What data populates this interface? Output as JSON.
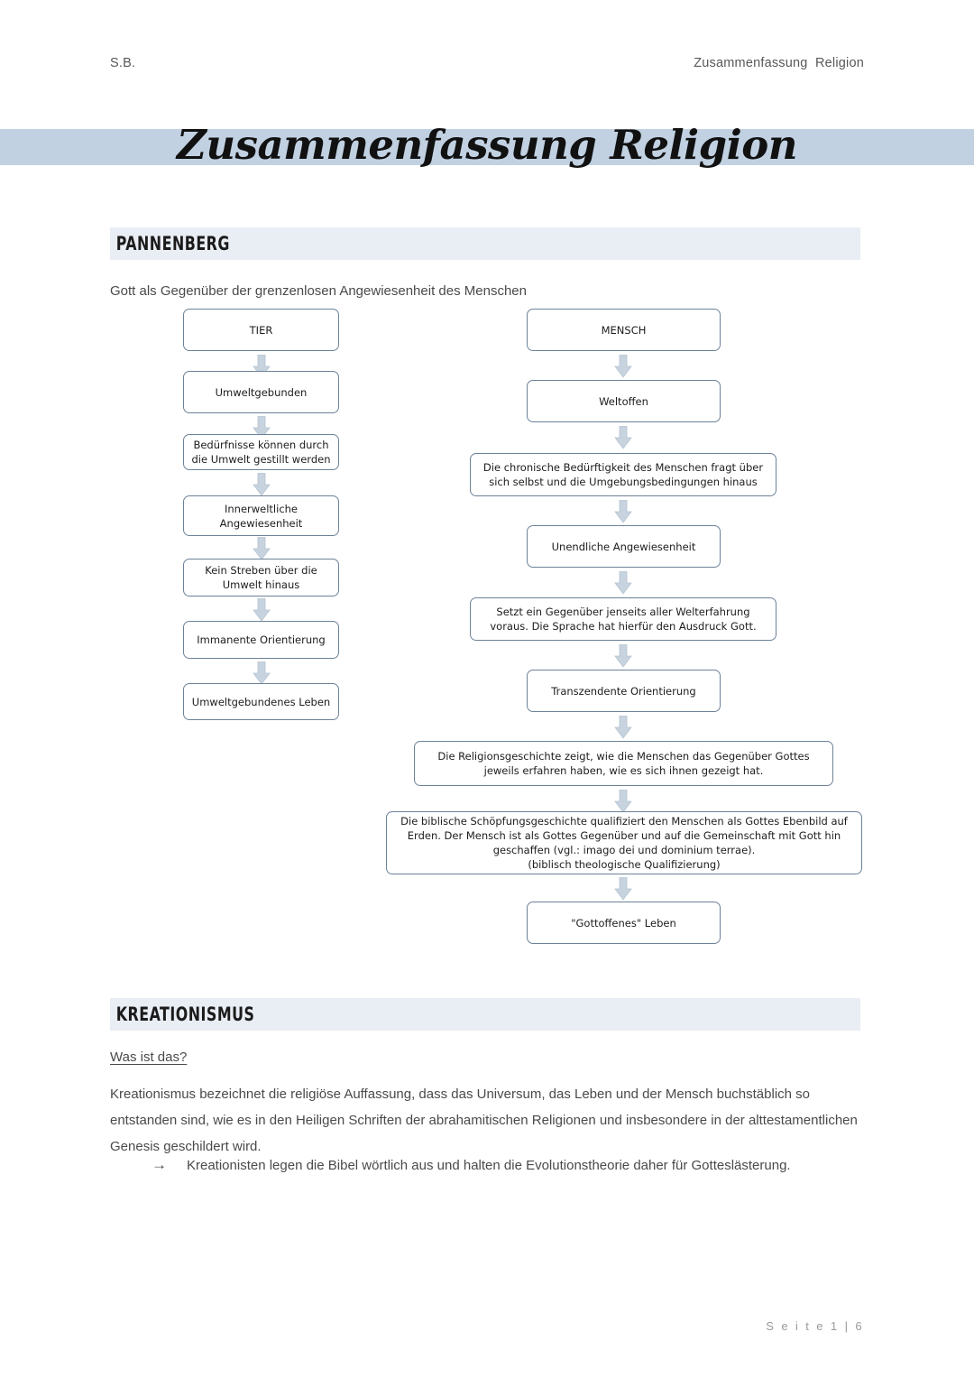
{
  "header": {
    "left": "S.B.",
    "right": "Zusammenfassung  Religion"
  },
  "title": "Zusammenfassung Religion",
  "colors": {
    "banner": "#c1d1e2",
    "section_band": "#e9edf4",
    "box_border": "#6d8298",
    "arrow_fill": "#c7d3de",
    "arrow_stroke": "#aebccb",
    "text": "#4a4a4a"
  },
  "sections": [
    {
      "id": "pannenberg",
      "title": "PANNENBERG",
      "intro": "Gott als Gegenüber der grenzenlosen Angewiesenheit des Menschen"
    },
    {
      "id": "kreationismus",
      "title": "KREATIONISMUS",
      "subhead": "Was ist das?",
      "paragraph": "Kreationismus bezeichnet die religiöse Auffassung, dass das Universum, das Leben und der Mensch buchstäblich so entstanden sind, wie es in den Heiligen Schriften der abrahamitischen Religionen und insbesondere in der alttestamentlichen Genesis geschildert wird.",
      "bullet_arrow": "→",
      "bullet": "Kreationisten legen die Bibel wörtlich aus und halten die Evolutionstheorie daher für Gotteslästerung."
    }
  ],
  "flowchart": {
    "left_column": [
      "TIER",
      "Umweltgebunden",
      "Bedürfnisse können durch\ndie Umwelt gestillt werden",
      "Innerweltliche\nAngewiesenheit",
      "Kein Streben über die\nUmwelt hinaus",
      "Immanente Orientierung",
      "Umweltgebundenes Leben"
    ],
    "right_column": [
      "MENSCH",
      "Weltoffen",
      "Die chronische Bedürftigkeit des Menschen fragt über\nsich selbst und die Umgebungsbedingungen hinaus",
      "Unendliche Angewiesenheit",
      "Setzt ein Gegenüber jenseits aller Welterfahrung\nvoraus. Die Sprache hat hierfür den Ausdruck Gott.",
      "Transzendente Orientierung",
      "Die Religionsgeschichte zeigt, wie die Menschen das Gegenüber Gottes\njeweils erfahren haben, wie es sich ihnen gezeigt hat.",
      "Die biblische Schöpfungsgeschichte qualifiziert den Menschen als Gottes Ebenbild auf\nErden. Der Mensch ist als Gottes Gegenüber und auf die Gemeinschaft mit Gott hin\ngeschaffen (vgl.: imago dei und dominium terrae).\n(biblisch theologische Qualifizierung)",
      "\"Gottoffenes\" Leben"
    ]
  },
  "footer": {
    "text": "S e i t e  1 | 6"
  }
}
